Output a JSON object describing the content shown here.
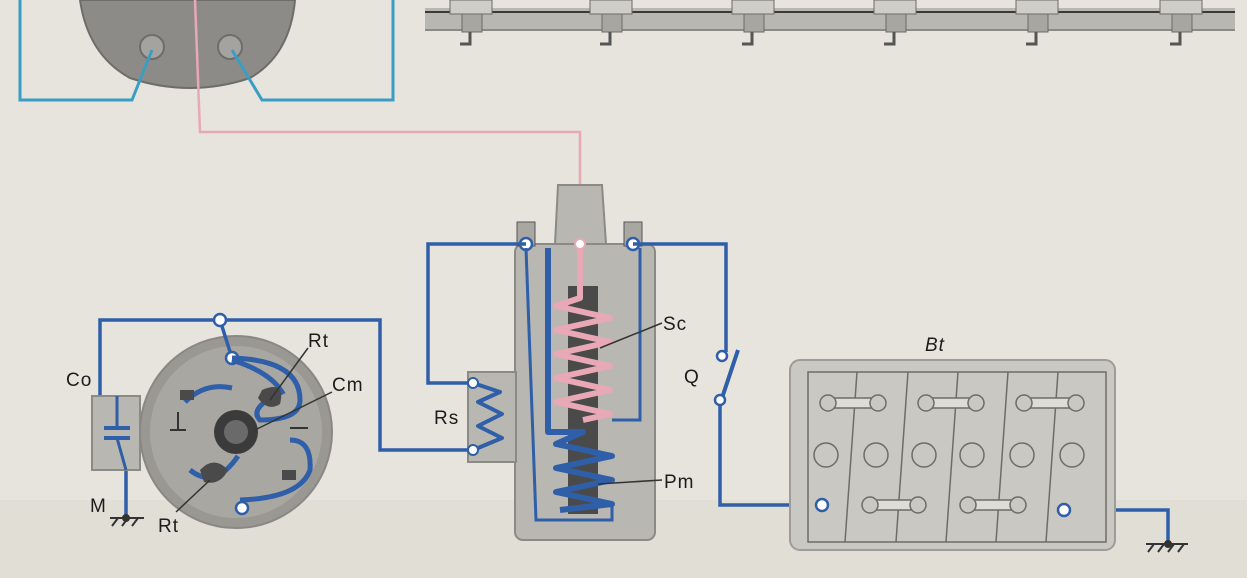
{
  "labels": {
    "sc": "Sc",
    "pm": "Pm",
    "rs": "Rs",
    "q": "Q",
    "bt": "Bt",
    "co": "Co",
    "m": "M",
    "rt_top": "Rt",
    "rt_bottom": "Rt",
    "cm": "Cm"
  },
  "colors": {
    "background": "#e6e4dc",
    "primary_wire": "#2f5fa8",
    "secondary_wire": "#e8a8b6",
    "distributor_cap_wire": "#3a9ec4",
    "component_gray": "#b7b4ad",
    "component_outline": "#8c8a85"
  }
}
